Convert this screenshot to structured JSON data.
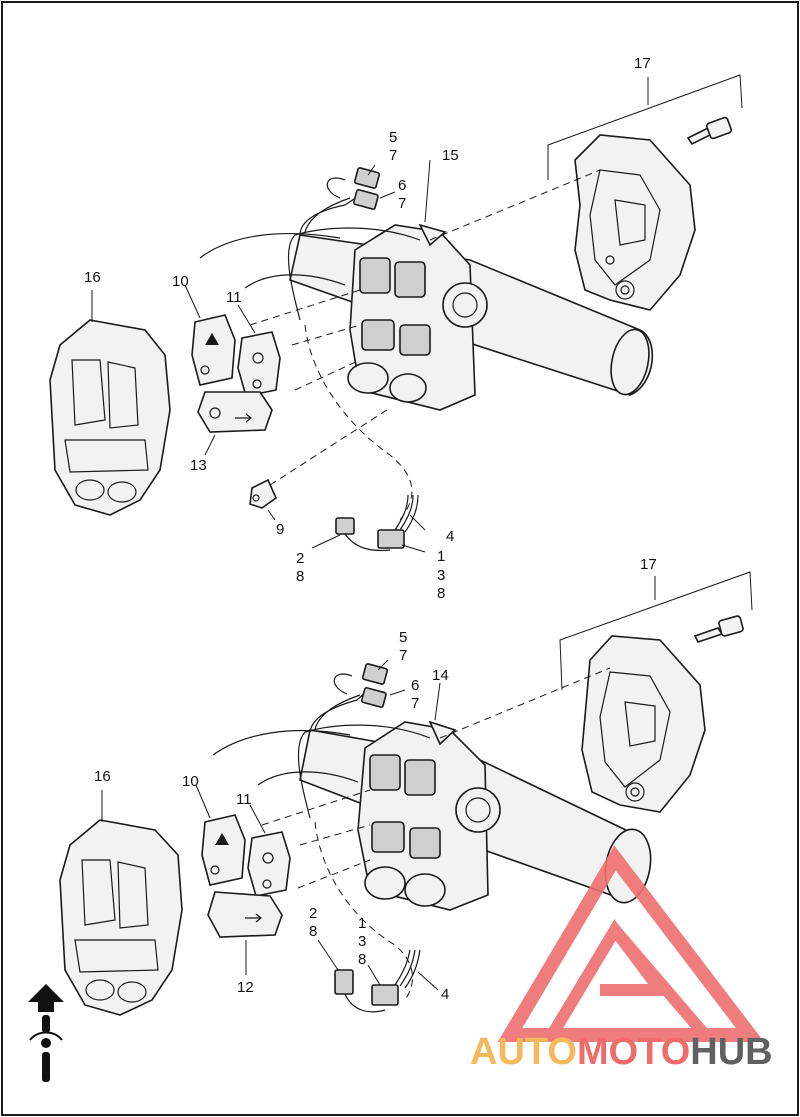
{
  "callouts": {
    "top": {
      "n17": "17",
      "n5": "5",
      "n7a": "7",
      "n6": "6",
      "n7b": "7",
      "n15": "15",
      "n16": "16",
      "n10": "10",
      "n11": "11",
      "n13": "13",
      "n9": "9",
      "n4": "4",
      "n2": "2",
      "n8a": "8",
      "n1": "1",
      "n3": "3",
      "n8b": "8"
    },
    "bottom": {
      "n17": "17",
      "n5": "5",
      "n7a": "7",
      "n6": "6",
      "n7b": "7",
      "n14": "14",
      "n16": "16",
      "n10": "10",
      "n11": "11",
      "n12": "12",
      "n2": "2",
      "n8a": "8",
      "n1": "1",
      "n3": "3",
      "n8b": "8",
      "n4": "4"
    }
  },
  "watermark": {
    "part1": "AUTO",
    "part2": "MOTO",
    "part3": "HUB",
    "colors": {
      "auto": "#f4b95c",
      "moto": "#f06b6b",
      "hub": "#606060",
      "triangle": "#ef6f6f"
    }
  },
  "icons": {
    "orientation": "motorcycle-front-arrow-icon"
  }
}
